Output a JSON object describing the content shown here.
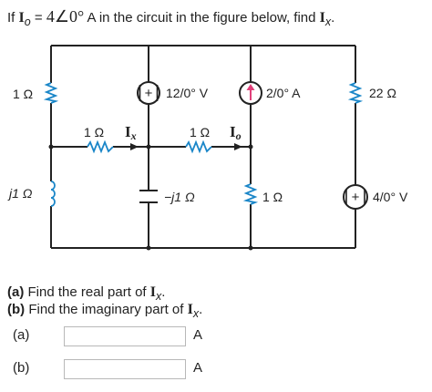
{
  "question": {
    "prefix": "If",
    "given_var": "I",
    "given_sub": "o",
    "equals": "=",
    "given_value": "4∠0°",
    "middle": "A in the circuit in the figure below, find",
    "find_var": "I",
    "find_sub": "x",
    "end": "."
  },
  "circuit": {
    "r_left": "1 Ω",
    "l_left": "j1 Ω",
    "r_mid_left": "1 Ω",
    "ix_main": "I",
    "ix_sub": "x",
    "r_mid_right": "1 Ω",
    "io_main": "I",
    "io_sub": "o",
    "vsource1": "12/0° V",
    "csource": "2/0° A",
    "r_right": "22 Ω",
    "cap": "−j1 Ω",
    "r_bottom_mid": "1 Ω",
    "vsource2": "4/0° V"
  },
  "parts": [
    {
      "tag": "(a)",
      "text": "Find the real part of",
      "var": "I",
      "sub": "x",
      "end": "."
    },
    {
      "tag": "(b)",
      "text": "Find the imaginary part of",
      "var": "I",
      "sub": "x",
      "end": "."
    }
  ],
  "answers": [
    {
      "label": "(a)",
      "value": "",
      "unit": "A"
    },
    {
      "label": "(b)",
      "value": "",
      "unit": "A"
    }
  ],
  "colors": {
    "wire": "#222222",
    "resistor": "#1a86c8",
    "arrow": "#e0407a"
  }
}
